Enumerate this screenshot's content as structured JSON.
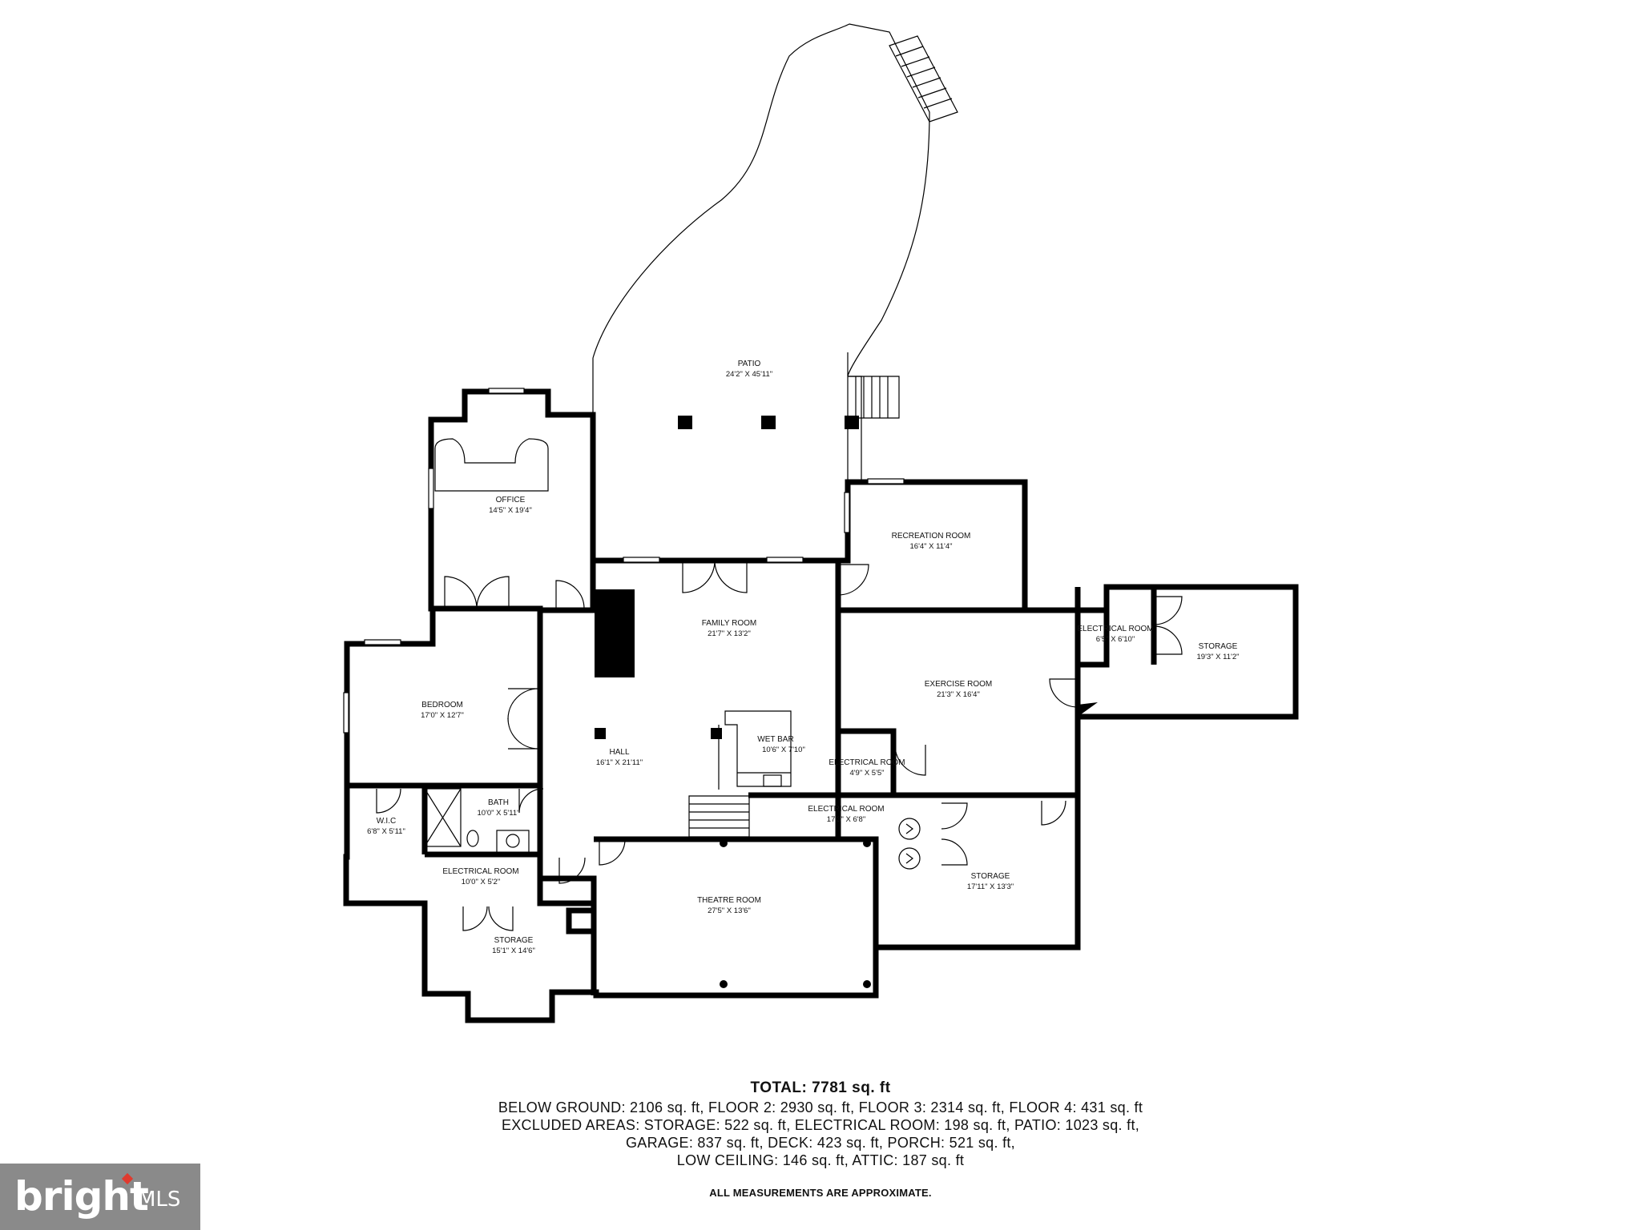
{
  "rooms": {
    "patio": {
      "name": "PATIO",
      "size": "24'2\" X 45'11\""
    },
    "office": {
      "name": "OFFICE",
      "size": "14'5\" X 19'4\""
    },
    "recreation": {
      "name": "RECREATION ROOM",
      "size": "16'4\" X 11'4\""
    },
    "family": {
      "name": "FAMILY ROOM",
      "size": "21'7\" X 13'2\""
    },
    "electrical_a": {
      "name": "ELECTRICAL ROOM",
      "size": "6'5\" X 6'10\""
    },
    "storage_a": {
      "name": "STORAGE",
      "size": "19'3\" X 11'2\""
    },
    "exercise": {
      "name": "EXERCISE ROOM",
      "size": "21'3\" X 16'4\""
    },
    "bedroom": {
      "name": "BEDROOM",
      "size": "17'0\" X 12'7\""
    },
    "wetbar": {
      "name": "WET BAR",
      "size": "10'6\" X 7'10\""
    },
    "hall": {
      "name": "HALL",
      "size": "16'1\" X 21'11\""
    },
    "electrical_b": {
      "name": "ELECTRICAL ROOM",
      "size": "4'9\" X 5'5\""
    },
    "bath": {
      "name": "BATH",
      "size": "10'0\" X 5'11\""
    },
    "wic": {
      "name": "W.I.C",
      "size": "6'8\" X 5'11\""
    },
    "electrical_c": {
      "name": "ELECTRICAL ROOM",
      "size": "17'3\" X 6'8\""
    },
    "electrical_d": {
      "name": "ELECTRICAL ROOM",
      "size": "10'0\" X 5'2\""
    },
    "storage_b": {
      "name": "STORAGE",
      "size": "17'11\" X 13'3\""
    },
    "theatre": {
      "name": "THEATRE ROOM",
      "size": "27'5\" X 13'6\""
    },
    "storage_c": {
      "name": "STORAGE",
      "size": "15'1\" X 14'6\""
    }
  },
  "area_summary": {
    "total": "TOTAL: 7781 sq. ft",
    "line1": "BELOW GROUND: 2106 sq. ft, FLOOR 2: 2930 sq. ft, FLOOR 3: 2314 sq. ft, FLOOR 4: 431 sq. ft",
    "line2": "EXCLUDED AREAS: STORAGE: 522 sq. ft, ELECTRICAL ROOM: 198 sq. ft, PATIO: 1023 sq. ft,",
    "line3": "GARAGE: 837 sq. ft, DECK: 423 sq. ft, PORCH: 521 sq. ft,",
    "line4": "LOW CEILING: 146 sq. ft, ATTIC: 187 sq. ft"
  },
  "disclaimer": "ALL MEASUREMENTS ARE APPROXIMATE.",
  "logo": {
    "wordmark": "bright",
    "suffix": "MLS",
    "accent": "#e03a2e",
    "background": "#8a8a8a"
  }
}
